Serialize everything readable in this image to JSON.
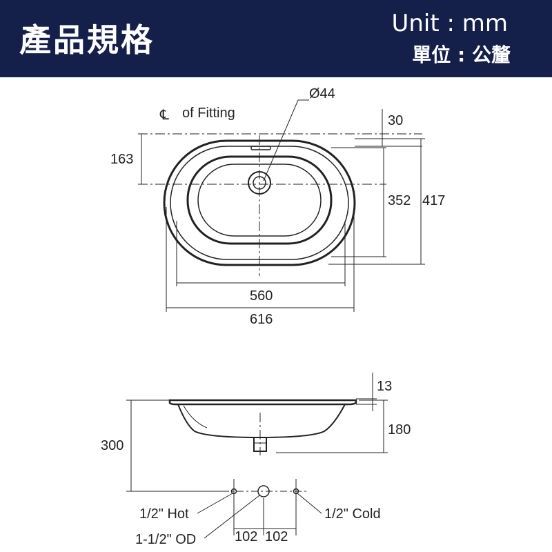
{
  "header": {
    "title": "產品規格",
    "unit_en": "Unit : mm",
    "unit_zh": "單位 : 公釐"
  },
  "plan_view": {
    "centerline_label": "of Fitting",
    "centerline_symbol": "℄",
    "tap_hole_label": "Ø44",
    "dim_30": "30",
    "dim_163": "163",
    "dim_352": "352",
    "dim_417": "417",
    "dim_560": "560",
    "dim_616": "616"
  },
  "side_view": {
    "dim_13": "13",
    "dim_180": "180",
    "dim_300": "300",
    "hot_label": "1/2\" Hot",
    "cold_label": "1/2\" Cold",
    "waste_label": "1-1/2\" OD",
    "spacing_left": "102",
    "spacing_right": "102"
  },
  "colors": {
    "header_bg": "#14204a",
    "line": "#222222"
  }
}
